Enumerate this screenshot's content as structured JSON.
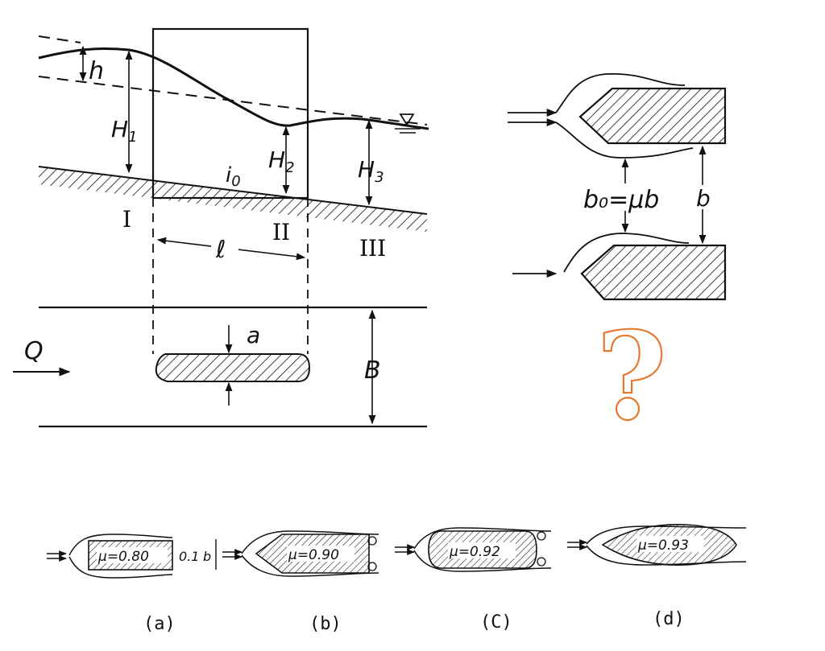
{
  "labels": {
    "h": "h",
    "H1": "H",
    "H1_sub": "1",
    "H2": "H",
    "H2_sub": "2",
    "H3": "H",
    "H3_sub": "3",
    "i0": "i",
    "i0_sub": "0",
    "l": "ℓ",
    "sec1": "I",
    "sec2": "II",
    "sec3": "III",
    "Q": "Q",
    "a": "a",
    "B": "B",
    "b0_eq": "b₀=μb",
    "b": "b",
    "question": "?"
  },
  "shapes": [
    {
      "mu": "μ=0.80",
      "caption": "(a)",
      "side_label": "b",
      "side_label2": "0.1"
    },
    {
      "mu": "μ=0.90",
      "caption": "(b)"
    },
    {
      "mu": "μ=0.92",
      "caption": "(C)"
    },
    {
      "mu": "μ=0.93",
      "caption": "(d)"
    }
  ],
  "colors": {
    "ink": "#111111",
    "accent": "#e8772e"
  }
}
